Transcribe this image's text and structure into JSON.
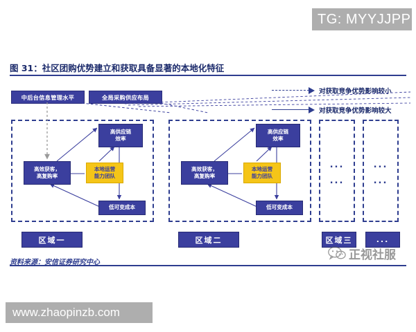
{
  "watermarks": {
    "telegram": "TG: MYYJJPP",
    "site_url": "www.zhaopinzb.com",
    "logo_text": "正视社服"
  },
  "figure": {
    "title": "图 31：社区团购优势建立和获取具备显著的本地化特征",
    "source": "资料来源：安信证券研究中心"
  },
  "legend": {
    "items": [
      {
        "style": "dashed",
        "label": "对获取竞争优势影响较小"
      },
      {
        "style": "solid",
        "label": "对获取竞争优势影响较大"
      }
    ]
  },
  "top_boxes": [
    {
      "label": "中后台信息管理水平"
    },
    {
      "label": "全局采购供应布局"
    }
  ],
  "regions": [
    {
      "label": "区域一",
      "type": "full",
      "nodes": {
        "supply": {
          "line1": "高供应链",
          "line2": "效率"
        },
        "acquisition": {
          "line1": "高效获客，",
          "line2": "高复购率"
        },
        "team": {
          "line1": "本地运营",
          "line2": "能力团队"
        },
        "cost": {
          "line1": "低可变成本",
          "line2": ""
        }
      }
    },
    {
      "label": "区域二",
      "type": "full",
      "nodes": {
        "supply": {
          "line1": "高供应链",
          "line2": "效率"
        },
        "acquisition": {
          "line1": "高效获客，",
          "line2": "高复购率"
        },
        "team": {
          "line1": "本地运营",
          "line2": "能力团队"
        },
        "cost": {
          "line1": "低可变成本",
          "line2": ""
        }
      }
    },
    {
      "label": "区域三",
      "type": "ellipsis",
      "dots": [
        "...",
        "..."
      ]
    },
    {
      "label": "...",
      "type": "ellipsis",
      "dots": [
        "...",
        "..."
      ]
    }
  ],
  "colors": {
    "brand_blue": "#3b3f9e",
    "deep_blue": "#2e3d8f",
    "accent_yellow": "#f5c518",
    "watermark_grey": "#aeaeae"
  }
}
